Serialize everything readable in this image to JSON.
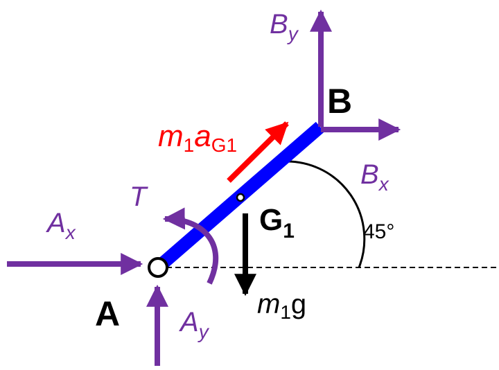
{
  "colors": {
    "force": "#7030a0",
    "inertia": "#ff0000",
    "bar": "#0000ff",
    "gravity": "#000000",
    "text": "#000000",
    "background": "#ffffff"
  },
  "points": {
    "a": "A",
    "b": "B"
  },
  "center": {
    "letter": "G",
    "subscript": "1"
  },
  "forces": {
    "ax": {
      "letter": "A",
      "subscript": "x"
    },
    "ay": {
      "letter": "A",
      "subscript": "y"
    },
    "bx": {
      "letter": "B",
      "subscript": "x"
    },
    "by": {
      "letter": "B",
      "subscript": "y"
    },
    "torque": "T"
  },
  "inertia_label": {
    "m": "m",
    "m_sub": "1",
    "a": "a",
    "a_sub": "G1"
  },
  "weight_label": {
    "m": "m",
    "m_sub": "1",
    "g": "g"
  },
  "angle": "45°",
  "icons": [
    "arrow-icon",
    "pin-joint-icon"
  ]
}
